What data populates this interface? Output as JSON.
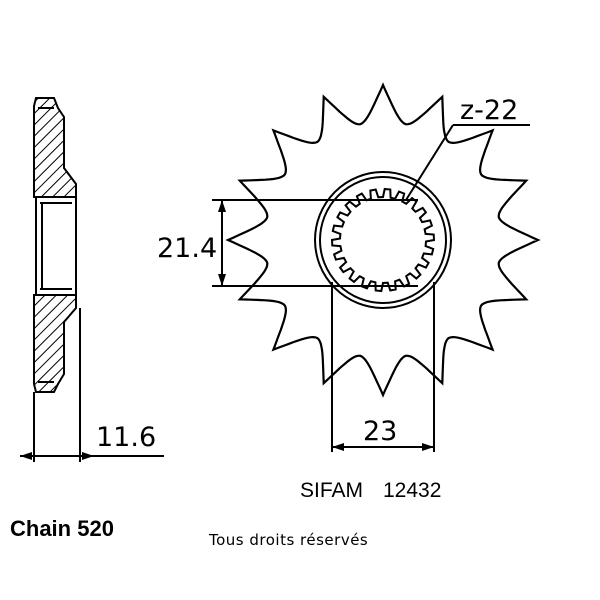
{
  "sprocket": {
    "teeth_label": "z-22",
    "spline_diameter_label": "21.4",
    "hub_diameter_label": "23",
    "thickness_label": "11.6",
    "outer_teeth_drawn": 16,
    "spline_teeth_drawn": 22
  },
  "footer": {
    "brand": "SIFAM",
    "part_number": "12432",
    "chain": "Chain 520",
    "copyright": "Tous droits réservés"
  }
}
